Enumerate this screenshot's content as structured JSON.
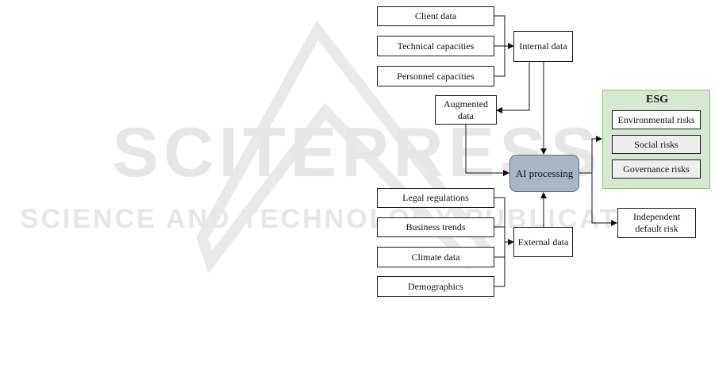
{
  "watermark": {
    "title": "SCITEPRESS",
    "subtitle": "SCIENCE AND TECHNOLOGY PUBLICATIONS",
    "color": "#e6e6e6"
  },
  "diagram": {
    "sources_internal": [
      "Client data",
      "Technical capacities",
      "Personnel capacities"
    ],
    "internal_data": "Internal data",
    "augmented_data": "Augmented data",
    "ai_processing": "AI processing",
    "sources_external": [
      "Legal regulations",
      "Business trends",
      "Climate data",
      "Demographics"
    ],
    "external_data": "External data",
    "esg": {
      "title": "ESG",
      "risks": [
        "Environmental risks",
        "Social risks",
        "Governance risks"
      ]
    },
    "independent_default_risk": "Independent default risk",
    "colors": {
      "ai_fill": "#a8b7c7",
      "ai_border": "#546a82",
      "esg_fill": "#d5e8d0",
      "esg_border": "#8fbf84"
    }
  }
}
